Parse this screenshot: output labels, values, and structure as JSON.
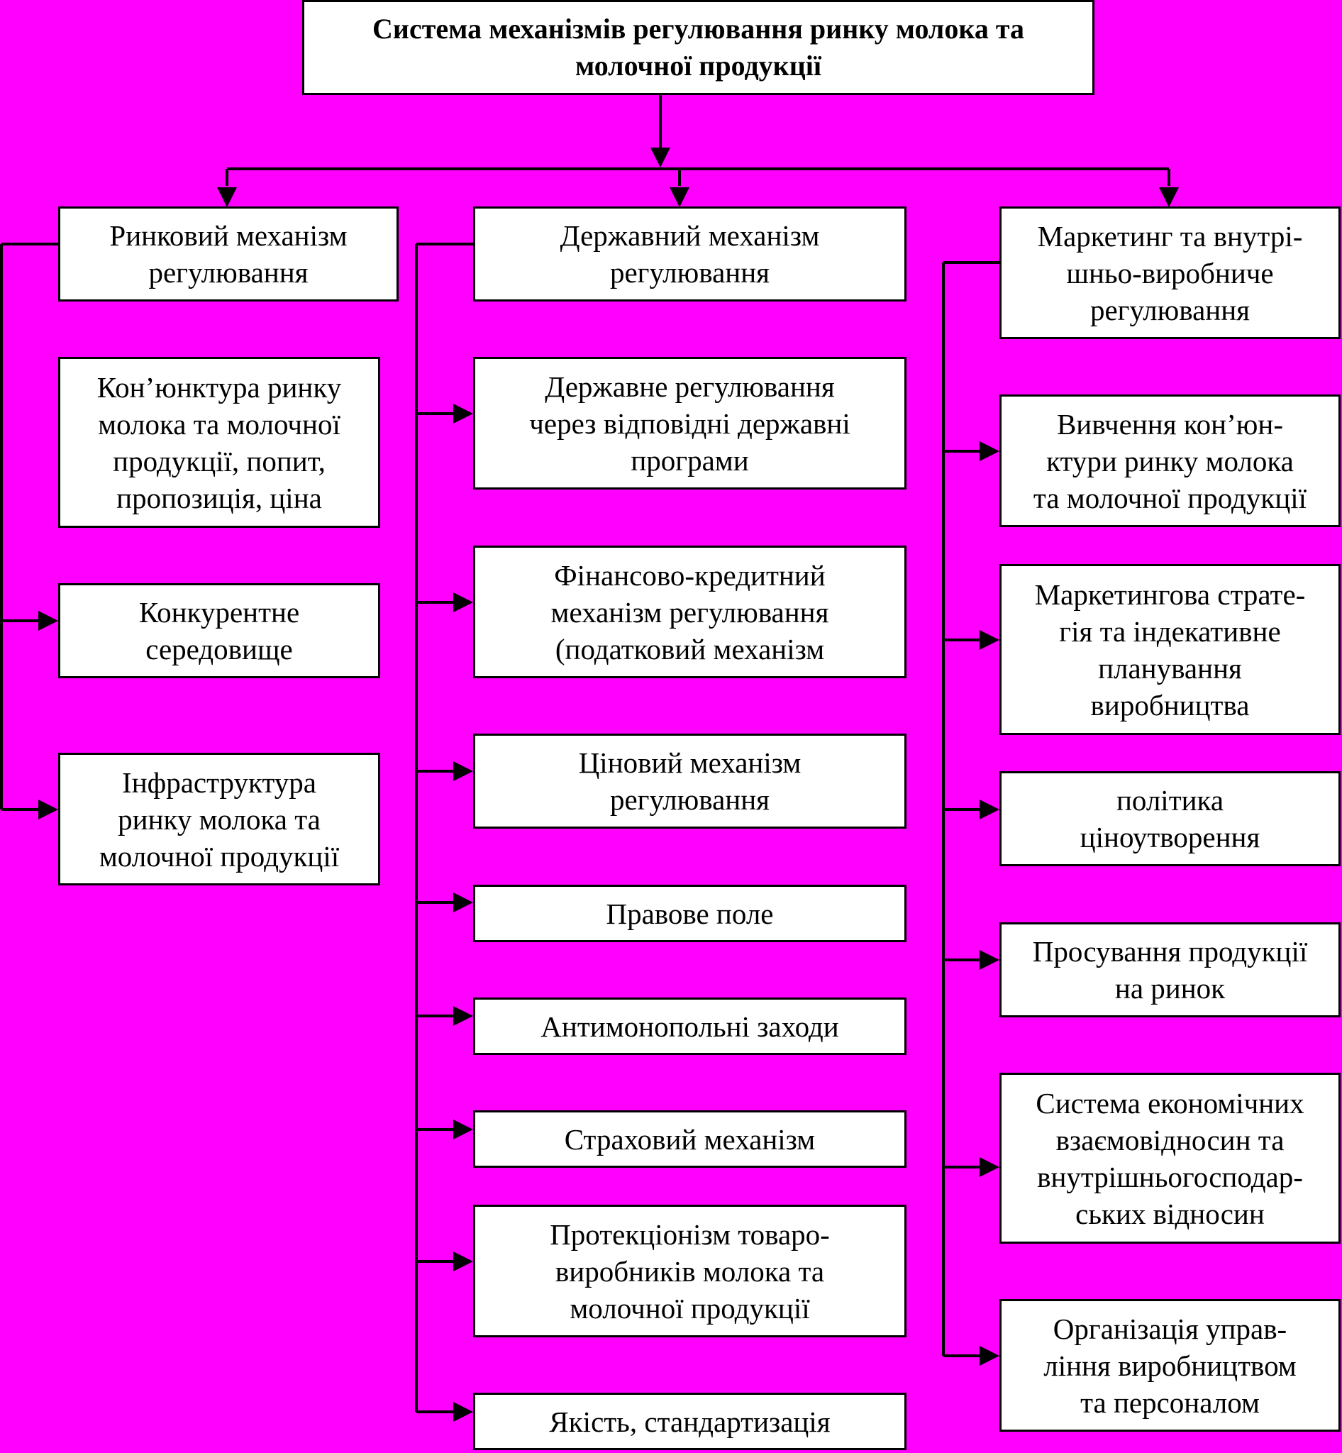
{
  "title": "Система механізмів регулювання ринку молока та\nмолочної продукції",
  "branches": [
    {
      "heading": "Ринковий механізм\nрегулювання",
      "items": [
        "Кон’юнктура ринку\nмолока та молочної\nпродукції, попит,\nпропозиція, ціна",
        "Конкурентне\nсередовище",
        "Інфраструктура\nринку молока та\nмолочної продукції"
      ]
    },
    {
      "heading": "Державний механізм\nрегулювання",
      "items": [
        "Державне регулювання\nчерез відповідні державні\nпрограми",
        "Фінансово-кредитний\nмеханізм регулювання\n(податковий механізм",
        "Ціновий механізм\nрегулювання",
        "Правове поле",
        "Антимонопольні заходи",
        "Страховий механізм",
        "Протекціонізм товаро-\nвиробників молока та\nмолочної продукції",
        "Якість, стандартизація"
      ]
    },
    {
      "heading": "Маркетинг та внутрі-\nшньо-виробниче\nрегулювання",
      "items": [
        "Вивчення кон’юн-\nктури ринку молока\nта молочної продукції",
        "Маркетингова страте-\nгія та індекативне\nпланування\nвиробництва",
        "політика\nціноутворення",
        "Просування продукції\nна ринок",
        "Система економічних\nвзаємовідносин та\nвнутрішньогосподар-\nських відносин",
        "Організація управ-\nління  виробництвом\nта персоналом"
      ]
    }
  ],
  "colors": {
    "background": "#ff00ff",
    "box_fill": "#ffffff",
    "line": "#000000"
  }
}
